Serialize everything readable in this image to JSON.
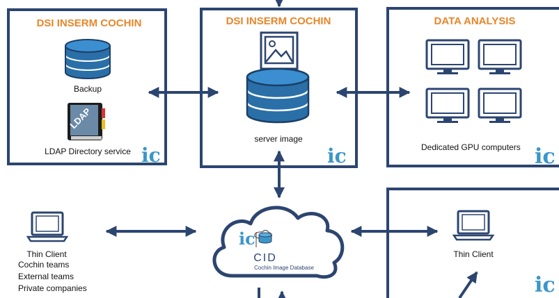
{
  "colors": {
    "navy": "#2c4570",
    "orange": "#e8862a",
    "blue": "#2a6fa8",
    "teal": "#3b96c8"
  },
  "boxes": {
    "left": {
      "title": "DSI INSERM COCHIN",
      "backup_label": "Backup",
      "ldap_label": "LDAP Directory service",
      "ldap_book_text": "LDAP"
    },
    "center": {
      "title": "DSI INSERM COCHIN",
      "server_label": "server image"
    },
    "right": {
      "title": "DATA ANALYSIS",
      "gpu_label": "Dedicated GPU computers"
    }
  },
  "logo": {
    "text": "ic"
  },
  "cloud": {
    "title": "CID",
    "subtitle": "Cochin Image Database"
  },
  "left_client": {
    "label": "Thin Client",
    "lines": [
      "Cochin teams",
      "External teams",
      "Private companies"
    ]
  },
  "right_client": {
    "label": "Thin Client"
  },
  "icons": [
    "database-icon",
    "ldap-book-icon",
    "image-icon",
    "monitor-icon",
    "laptop-icon",
    "cloud-icon"
  ]
}
